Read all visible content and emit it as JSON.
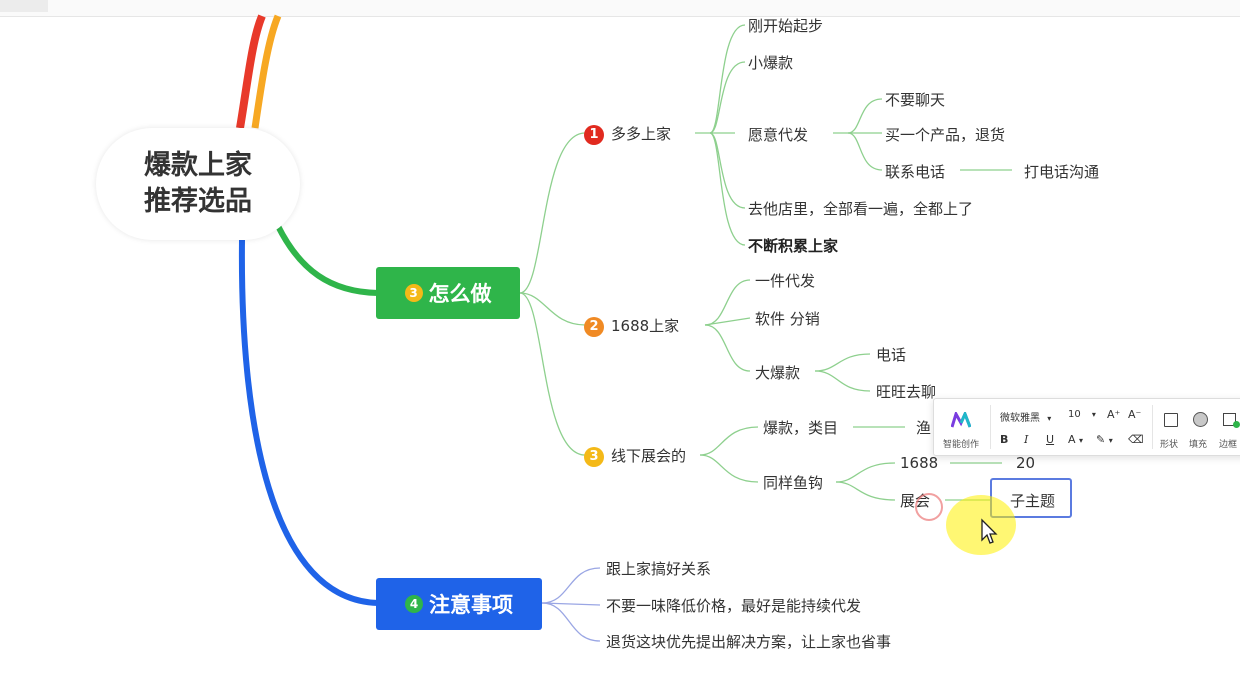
{
  "root": {
    "line1": "爆款上家",
    "line2": "推荐选品"
  },
  "how": {
    "num": "3",
    "label": "怎么做",
    "b1": {
      "num": "1",
      "label": "多多上家",
      "c1": "刚开始起步",
      "c2": "小爆款",
      "c3": {
        "label": "愿意代发",
        "d1": "不要聊天",
        "d2": "买一个产品，退货",
        "d3": "联系电话",
        "d3_child": "打电话沟通"
      },
      "c4": "去他店里，全部看一遍，全都上了",
      "c5": "不断积累上家"
    },
    "b2": {
      "num": "2",
      "label": "1688上家",
      "c1": "一件代发",
      "c2": "软件 分销",
      "c3": {
        "label": "大爆款",
        "d1": "电话",
        "d2": "旺旺去聊"
      }
    },
    "b3": {
      "num": "3",
      "label": "线下展会的",
      "c1": {
        "label": "爆款，类目",
        "child": "渔"
      },
      "c2": {
        "label": "同样鱼钩",
        "d1": {
          "label": "1688",
          "child": "20"
        },
        "d2": {
          "label": "展会",
          "child": "子主题"
        }
      }
    }
  },
  "notes": {
    "num": "4",
    "label": "注意事项",
    "items": [
      "跟上家搞好关系",
      "不要一味降低价格，最好是能持续代发",
      "退货这块优先提出解决方案，让上家也省事"
    ]
  },
  "toolbar": {
    "ai_label": "智能创作",
    "font": "微软雅黑",
    "size": "10",
    "grow": "A⁺",
    "shrink": "A⁻",
    "bold": "B",
    "italic": "I",
    "underline": "U",
    "color": "A",
    "highlight": "✎",
    "clear": "⌫",
    "shape_label": "形状",
    "fill_label": "填充",
    "border_label": "边框",
    "caret": "▾"
  },
  "colors": {
    "green": "#2fb54a",
    "blue": "#1f63e8",
    "red": "#e12a1f",
    "orange": "#f08a24",
    "yellow": "#f4b918",
    "branch": "#8ed08e",
    "notes_branch": "#9aa6e4"
  }
}
